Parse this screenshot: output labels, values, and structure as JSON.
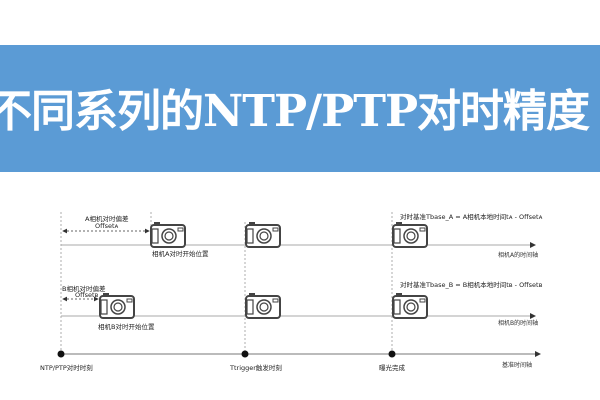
{
  "banner": {
    "title": "不同系列的NTP/PTP对时精度",
    "color": "#5b9bd5"
  },
  "diagram": {
    "offset_a_label": "A相机对时偏差",
    "offset_a_sym": "Offsetᴀ",
    "camera_a_start": "相机A对时开始位置",
    "offset_b_label": "B相机对时偏差",
    "offset_b_sym": "Offsetв",
    "camera_b_start": "相机B对时开始位置",
    "formula_a": "对时基准Tbase_A = A相机本地时间tᴀ - Offsetᴀ",
    "formula_b": "对时基准Tbase_B = B相机本地时间tв - Offsetв",
    "axis_a": "相机A的时间轴",
    "axis_b": "相机B的时间轴",
    "axis_base": "基准时间轴",
    "ntp_label": "NTP/PTP对时时刻",
    "trigger_label": "Ttrigger触发时刻",
    "exposure_label": "曝光完成"
  }
}
